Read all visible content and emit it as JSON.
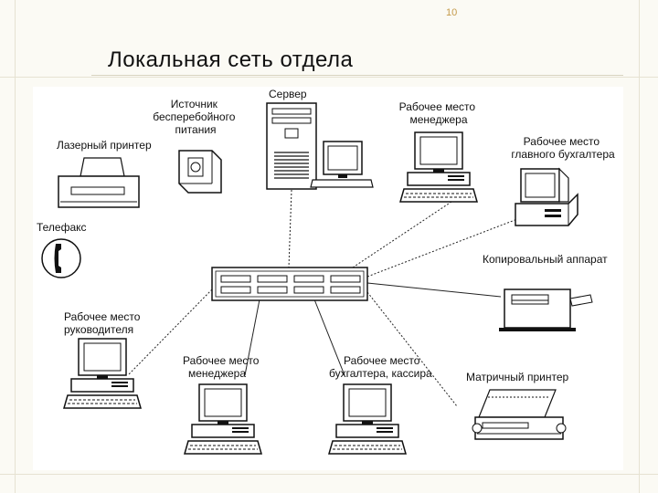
{
  "slide": {
    "number": "10",
    "title": "Локальная сеть отдела"
  },
  "labels": {
    "server": "Сервер",
    "ups": [
      "Источник",
      "бесперебойного",
      "питания"
    ],
    "manager_top": [
      "Рабочее место",
      "менеджера"
    ],
    "laser_printer": "Лазерный принтер",
    "chief_accountant": [
      "Рабочее место",
      "главного бухгалтера"
    ],
    "telefax": "Телефакс",
    "copier": "Копировальный аппарат",
    "head": [
      "Рабочее место",
      "руководителя"
    ],
    "manager_bottom": [
      "Рабочее место",
      "менеджера"
    ],
    "accountant_cashier": [
      "Рабочее место",
      "бухгалтера, кассира"
    ],
    "dot_printer": "Матричный принтер"
  }
}
